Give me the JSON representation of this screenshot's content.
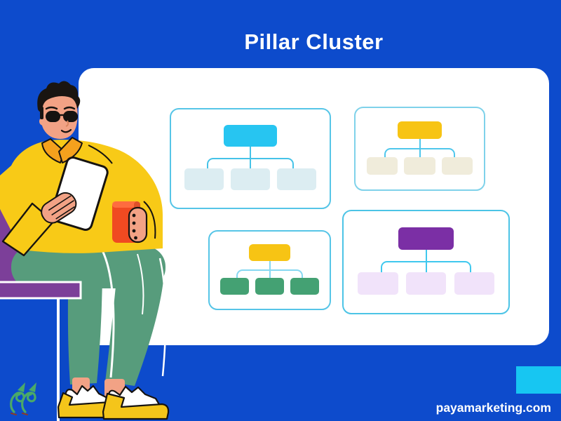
{
  "title": "Pillar Cluster",
  "watermark": "payamarketing.com",
  "colors": {
    "background": "#0d4bcc",
    "card_bg": "#ffffff",
    "title_color": "#ffffff",
    "watermark_color": "#ffffff",
    "accent_cyan": "#17c6f2"
  },
  "diagrams": [
    {
      "name": "cyan pillar cluster",
      "parent_color": "#27c5f1",
      "child_color": "#dcedf2",
      "border": "#56c5e7",
      "connector": "#45c3e8",
      "children_count": 3
    },
    {
      "name": "yellow pillar beige cluster",
      "parent_color": "#f7c414",
      "child_color": "#f0ecdb",
      "border": "#7fd2ea",
      "connector": "#4fc7ec",
      "children_count": 3
    },
    {
      "name": "yellow pillar green cluster",
      "parent_color": "#f7c414",
      "child_color": "#44a173",
      "border": "#56c5e7",
      "connector": "#86d8f2",
      "children_count": 3
    },
    {
      "name": "purple pillar cluster",
      "parent_color": "#7b2fa5",
      "child_color": "#f1e3fa",
      "border": "#4cc4e6",
      "connector": "#3fc8ee",
      "children_count": 3
    }
  ],
  "illustration": {
    "alt": "seated person reading a tablet and holding a cup",
    "skin": "#f2a285",
    "hair": "#1a1511",
    "shirt": "#f8ca17",
    "collar": "#f5a11d",
    "pants": "#579c7c",
    "bench": "#7c3f99",
    "bench_leg_blue": "#0b48c6",
    "cup": "#f04a21",
    "tablet": "#ffffff",
    "outline": "#161310",
    "shoe_white": "#ffffff",
    "sole_yellow": "#f4c51a",
    "logo_green": "#4aa968",
    "logo_tick": "#8a3a28"
  }
}
